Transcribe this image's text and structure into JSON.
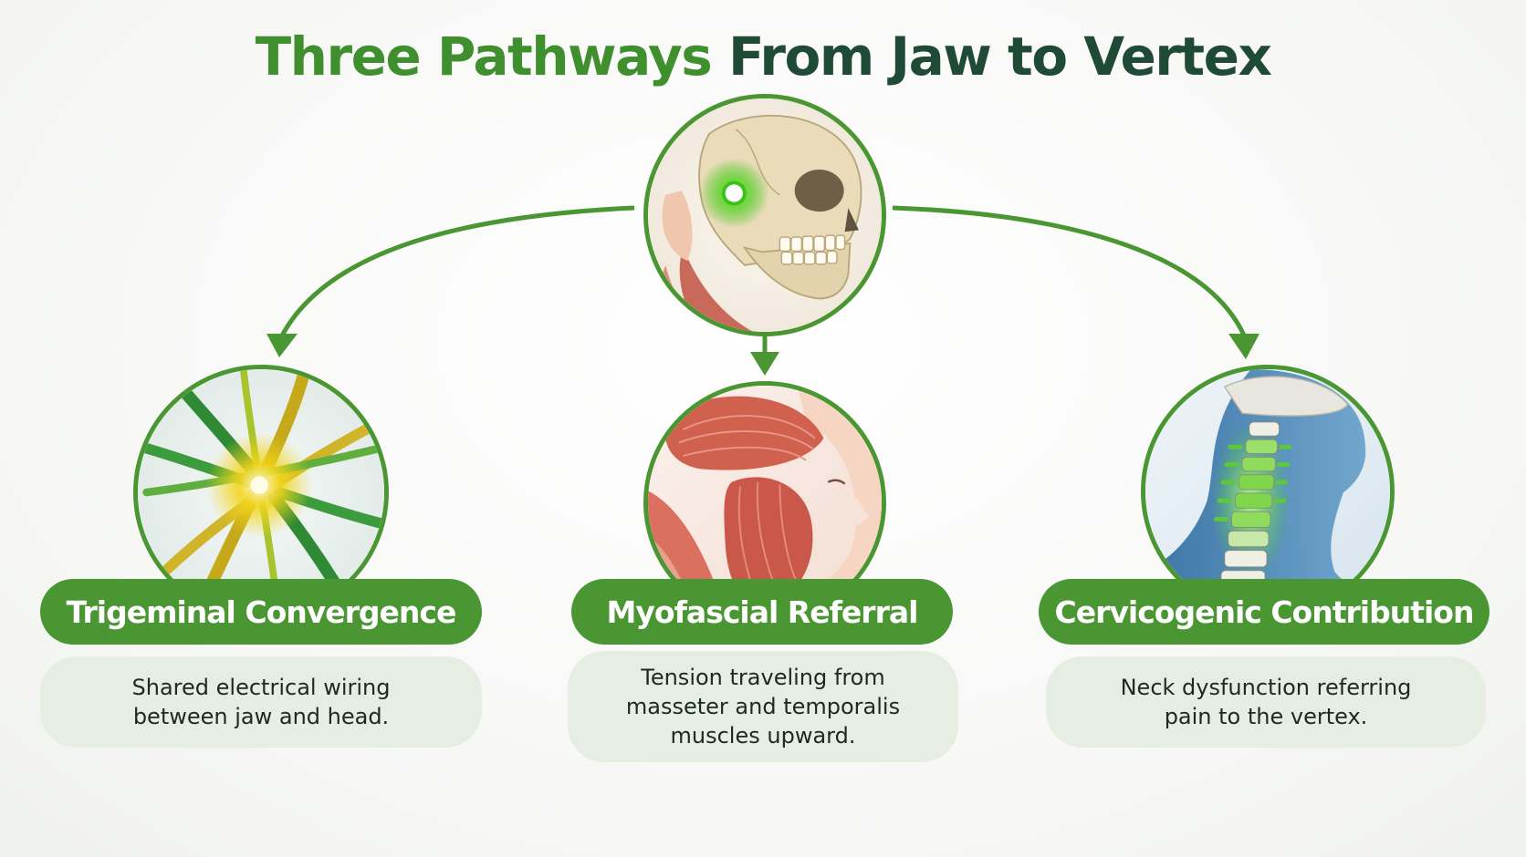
{
  "title": {
    "part1": "Three Pathways ",
    "part2": "From Jaw to Vertex"
  },
  "colors": {
    "title_green": "#3f8f2f",
    "title_dark": "#1f4a35",
    "accent_green": "#4a9632",
    "desc_bg": "#e6ede2"
  },
  "center": {
    "icon": "skull-jaw-icon"
  },
  "pathways": [
    {
      "icon": "nerve-convergence-icon",
      "label": "Trigeminal Convergence",
      "desc_lines": [
        "Shared electrical wiring",
        "between jaw and head."
      ]
    },
    {
      "icon": "jaw-muscle-icon",
      "label": "Myofascial Referral",
      "desc_lines": [
        "Tension traveling from",
        "masseter and temporalis",
        "muscles upward."
      ]
    },
    {
      "icon": "cervical-spine-icon",
      "label": "Cervicogenic Contribution",
      "desc_lines": [
        "Neck dysfunction referring",
        "pain to the vertex."
      ]
    }
  ]
}
